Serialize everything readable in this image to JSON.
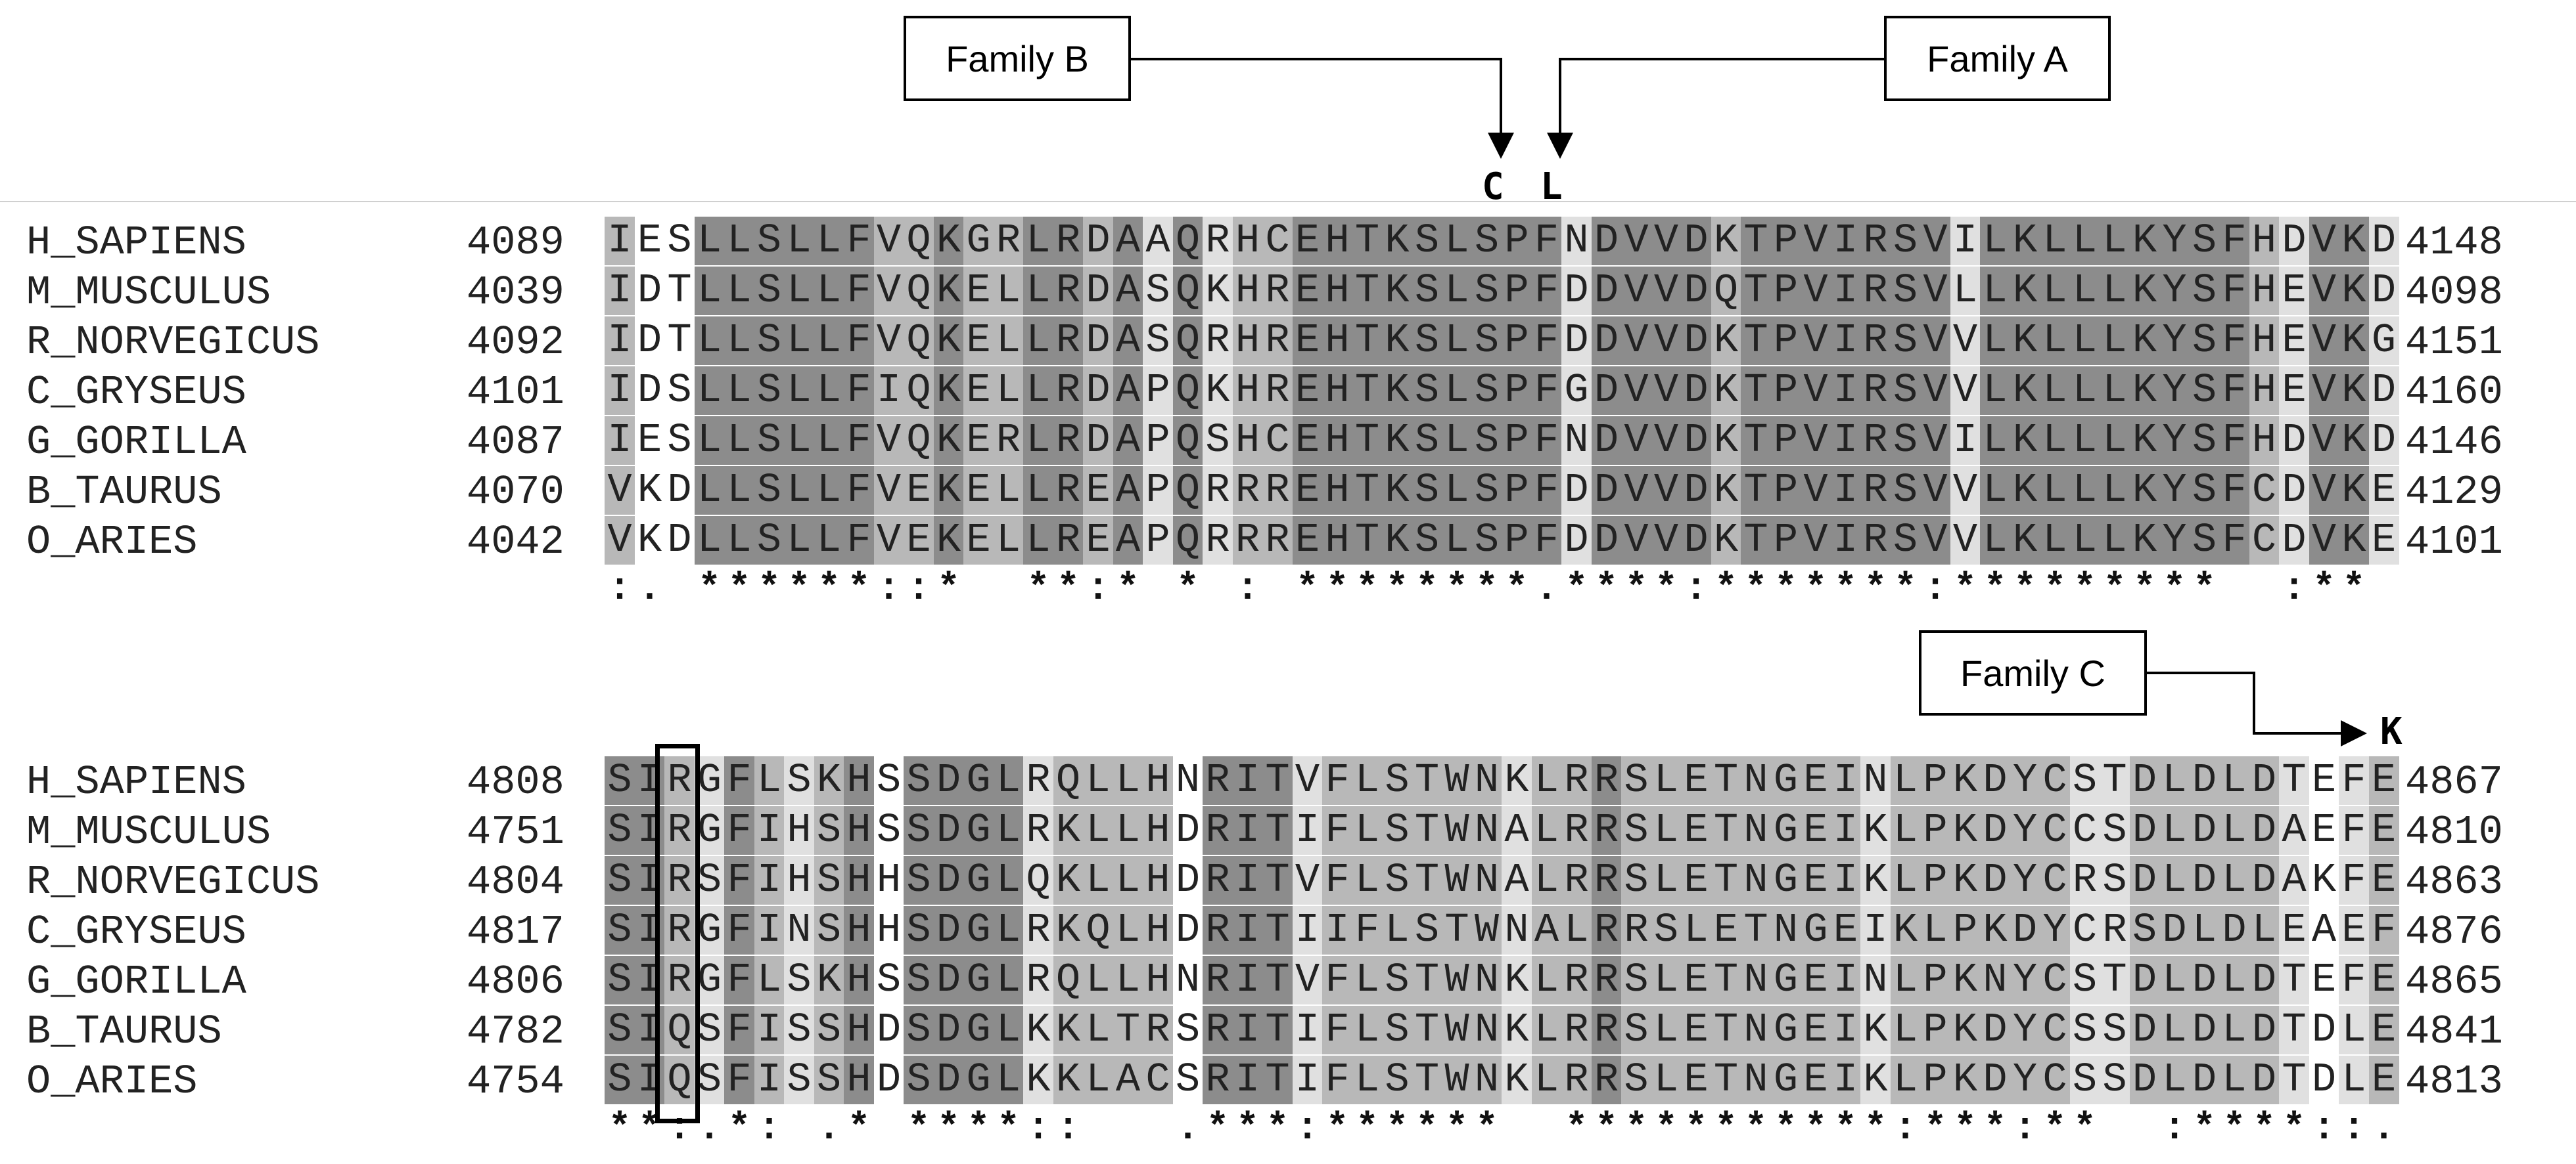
{
  "callouts": {
    "family_b": "Family B",
    "family_a": "Family A",
    "family_c": "Family C"
  },
  "mutations": {
    "top_c": "C",
    "top_l": "L",
    "bottom_k": "K"
  },
  "colors": {
    "strong": "#8c8c8c",
    "medium": "#b8b8b8",
    "light": "#e0e0e0",
    "text": "#222222"
  },
  "blocks": [
    {
      "rows": [
        {
          "species": "H_SAPIENS",
          "start": "4089",
          "seq": "IESLLSLLFVQKGRLRDAAQRHCEHTKSLSPFNDVVDKTPVIRSVILKLLLKYSFHDVKD",
          "end": "4148"
        },
        {
          "species": "M_MUSCULUS",
          "start": "4039",
          "seq": "IDTLLSLLFVQKELLRDASQKHREHTKSLSPFDDVVDQTPVIRSVLLKLLLKYSFHEVKD",
          "end": "4098"
        },
        {
          "species": "R_NORVEGICUS",
          "start": "4092",
          "seq": "IDTLLSLLFVQKELLRDASQRHREHTKSLSPFDDVVDKTPVIRSVVLKLLLKYSFHEVKG",
          "end": "4151"
        },
        {
          "species": "C_GRYSEUS",
          "start": "4101",
          "seq": "IDSLLSLLFIQKELLRDAPQKHREHTKSLSPFGDVVDKTPVIRSVVLKLLLKYSFHEVKD",
          "end": "4160"
        },
        {
          "species": "G_GORILLA",
          "start": "4087",
          "seq": "IESLLSLLFVQKERLRDAPQSHCEHTKSLSPFNDVVDKTPVIRSVILKLLLKYSFHDVKD",
          "end": "4146"
        },
        {
          "species": "B_TAURUS",
          "start": "4070",
          "seq": "VKDLLSLLFVEKELLREAPQRRREHTKSLSPFDDVVDKTPVIRSVVLKLLLKYSFCDVKE",
          "end": "4129"
        },
        {
          "species": "O_ARIES",
          "start": "4042",
          "seq": "VKDLLSLLFVEKELLREAPQRRREHTKSLSPFDDVVDKTPVIRSVVLKLLLKYSFCDVKE",
          "end": "4101"
        }
      ],
      "consensus": ":. ******::*  **:* * : ********.****:*******:*********  :**"
    },
    {
      "rows": [
        {
          "species": "H_SAPIENS",
          "start": "4808",
          "seq": "SIRGFLSKHSSDGLRQLLHNRITVFLSTWNKLRRSLETNGEINLPKDYCSTDLDLDTEFE",
          "end": "4867"
        },
        {
          "species": "M_MUSCULUS",
          "start": "4751",
          "seq": "SIRGFIHSHSSDGLRKLLHDRITIFLSTWNALRRSLETNGEIKLPKDYCCSDLDLDAEFE",
          "end": "4810"
        },
        {
          "species": "R_NORVEGICUS",
          "start": "4804",
          "seq": "SIRSFIHSHHSDGLQKLLHDRITVFLSTWNALRRSLETNGEIKLPKDYCRSDLDLDAKFE",
          "end": "4863"
        },
        {
          "species": "C_GRYSEUS",
          "start": "4817",
          "seq": "SIRGFINSHHSDGLRKQLHDRITIIFLSTWNALRRSLETNGEIKLPKDYCRSDLDLEAEFE",
          "end": "4876"
        },
        {
          "species": "G_GORILLA",
          "start": "4806",
          "seq": "SIRGFLSKHSSDGLRQLLHNRITVFLSTWNKLRRSLETNGEINLPKNYCSTDLDLDTEFE",
          "end": "4865"
        },
        {
          "species": "B_TAURUS",
          "start": "4782",
          "seq": "SIQSFISSHDSDGLKKLTRSRITIFLSTWNKLRRSLETNGEIKLPKDYCSSDLDLDTDLE",
          "end": "4841"
        },
        {
          "species": "O_ARIES",
          "start": "4754",
          "seq": "SIQSFISSHDSDGLKKLACSRITIFLSTWNKLRRSLETNGEIKLPKDYCSSDLDLDTDLE",
          "end": "4813"
        }
      ],
      "consensus": "**:.*: .* ****::   .***:******  ***********:***:**  :****::.:*"
    }
  ]
}
